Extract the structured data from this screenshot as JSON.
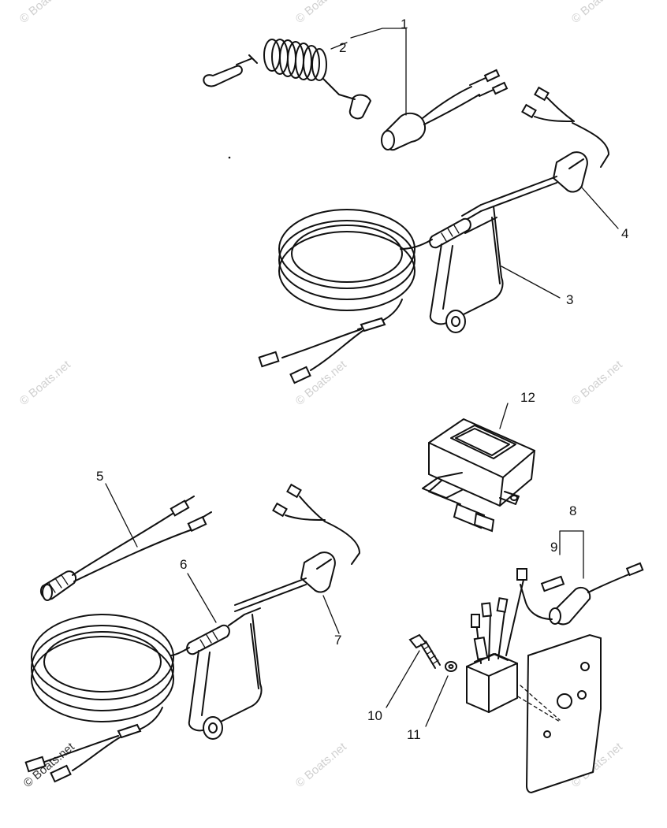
{
  "callouts": [
    "1",
    "2",
    "3",
    "4",
    "5",
    "6",
    "7",
    "8",
    "9",
    "10",
    "11",
    "12"
  ],
  "watermark": "© Boats.net",
  "colors": {
    "line": "#111111",
    "watermark": "#d0d0d0",
    "background": "#ffffff"
  }
}
